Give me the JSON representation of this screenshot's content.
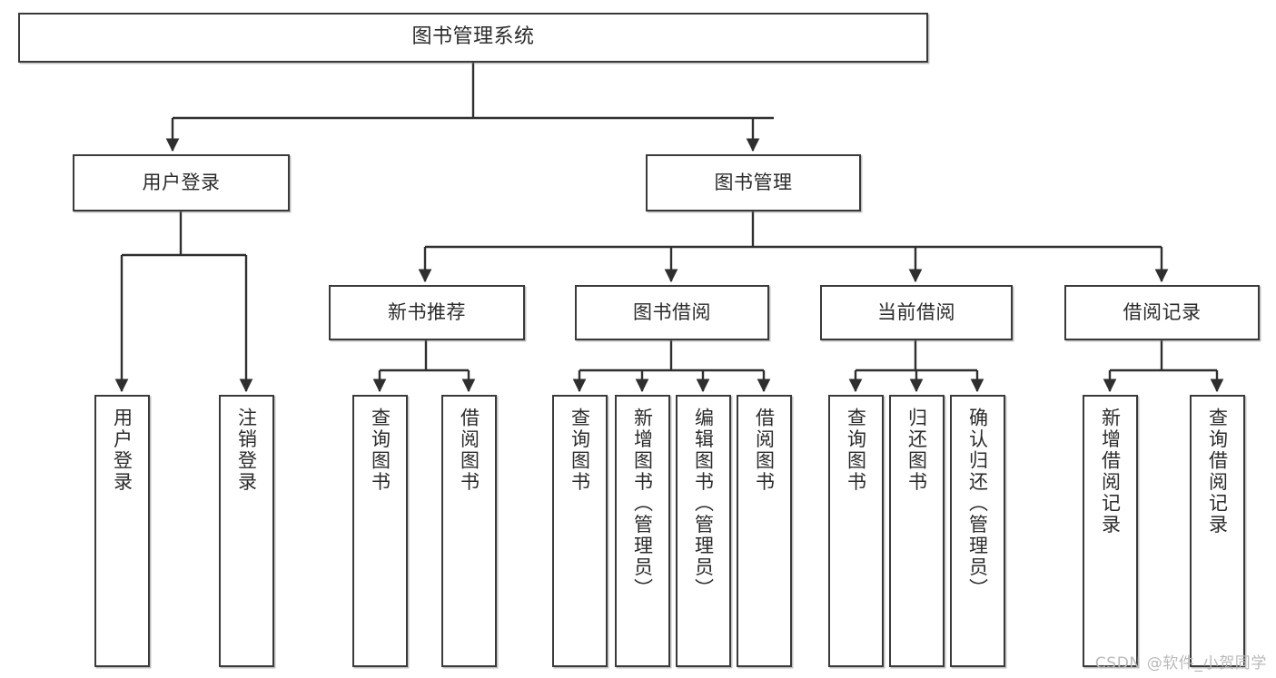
{
  "diagram": {
    "title": "图书管理系统",
    "watermark": "CSDN @软件_小贺同学",
    "colors": {
      "background": "#ffffff",
      "border": "#3a3a3a",
      "text": "#2b2b2b",
      "edge": "#2f2f2f",
      "watermark": "#b9b9b9"
    },
    "nodes": {
      "root": "图书管理系统",
      "user_login": "用户登录",
      "book_manage": "图书管理",
      "new_book_rec": "新书推荐",
      "book_borrow": "图书借阅",
      "current_borrow": "当前借阅",
      "borrow_record": "借阅记录",
      "leaf_user_login": "用户登录",
      "leaf_user_logout": "注销登录",
      "leaf_rec_query": "查询图书",
      "leaf_rec_borrow": "借阅图书",
      "leaf_borrow_query": "查询图书",
      "leaf_borrow_add": "新增图书（管理员）",
      "leaf_borrow_edit": "编辑图书（管理员）",
      "leaf_borrow_borrow": "借阅图书",
      "leaf_cur_query": "查询图书",
      "leaf_cur_return": "归还图书",
      "leaf_cur_confirm": "确认归还（管理员）",
      "leaf_rec_add": "新增借阅记录",
      "leaf_rec_query2": "查询借阅记录"
    }
  }
}
